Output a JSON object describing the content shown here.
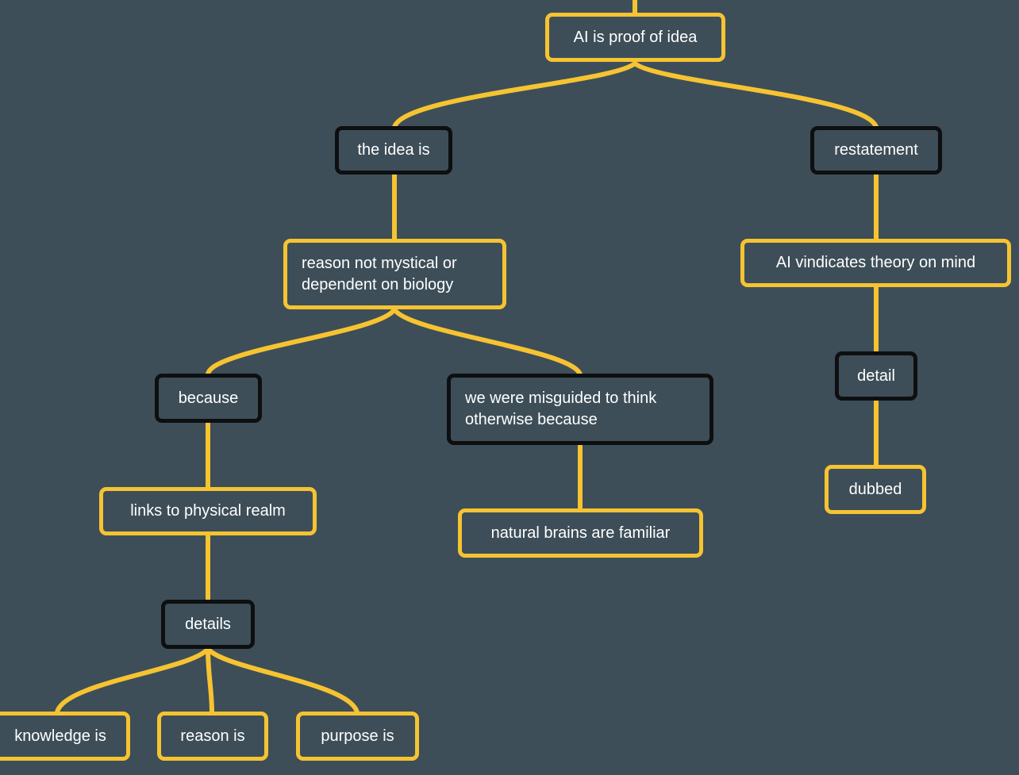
{
  "colors": {
    "background": "#3d4e58",
    "accent_border": "#f6c331",
    "dark_border": "#0d0f10",
    "connector": "#f6c331",
    "text": "#ffffff"
  },
  "nodes": {
    "root": "AI is proof of idea",
    "idea": "the idea is",
    "restatement": "restatement",
    "reason_line1": "reason not mystical or",
    "reason_line2": "dependent on biology",
    "vindicates": "AI vindicates theory on mind",
    "because": "because",
    "misguided_line1": "we were misguided to think",
    "misguided_line2": "otherwise because",
    "detail": "detail",
    "links": "links to physical realm",
    "natural": "natural brains are familiar",
    "dubbed": "dubbed",
    "details": "details",
    "knowledge": "knowledge is",
    "reason_is": "reason is",
    "purpose": "purpose is"
  }
}
